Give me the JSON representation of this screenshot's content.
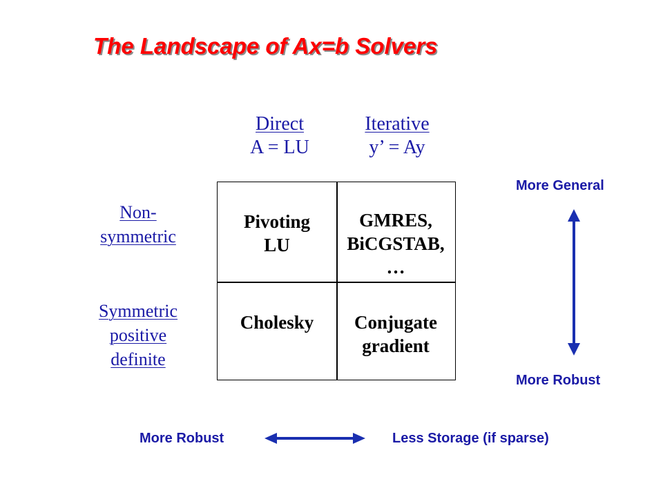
{
  "slide": {
    "title": "The Landscape of Ax=b Solvers"
  },
  "columns": [
    {
      "heading": "Direct",
      "formula": "A = LU"
    },
    {
      "heading": "Iterative",
      "formula": "y’ = Ay"
    }
  ],
  "rows": [
    {
      "lines": [
        "Non-",
        "symmetric"
      ]
    },
    {
      "lines": [
        "Symmetric",
        "positive",
        "definite"
      ]
    }
  ],
  "cells": {
    "r0c0": [
      "Pivoting",
      "LU"
    ],
    "r0c1": [
      "GMRES,",
      "BiCGSTAB,",
      "…"
    ],
    "r1c0": [
      "Cholesky"
    ],
    "r1c1": [
      "Conjugate",
      "gradient"
    ]
  },
  "vertical_axis": {
    "top_label": "More General",
    "bottom_label": "More Robust"
  },
  "horizontal_axis": {
    "left_label": "More Robust",
    "right_label": "Less Storage (if sparse)"
  },
  "colors": {
    "title": "#ff0000",
    "labels": "#1a1aa6",
    "arrow": "#1a2fb0"
  }
}
